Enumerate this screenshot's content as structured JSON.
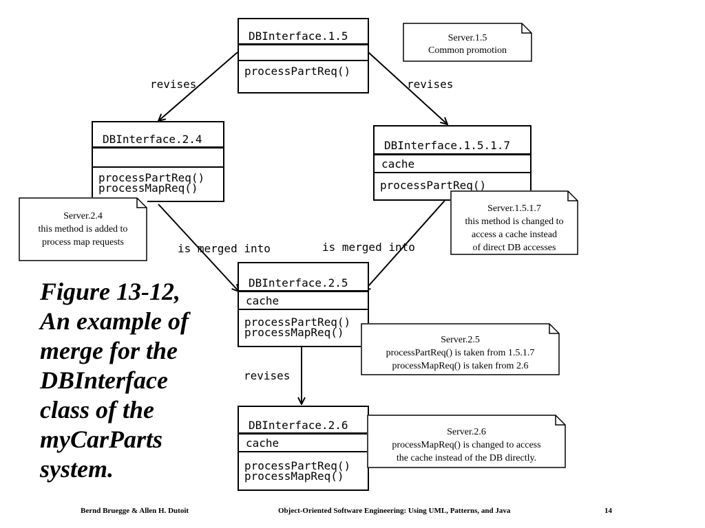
{
  "classes": {
    "c15": {
      "name": "DBInterface.1.5",
      "attrs": "",
      "ops": [
        "processPartReq()"
      ]
    },
    "c24": {
      "name": "DBInterface.2.4",
      "attrs": "",
      "ops": [
        "processPartReq()",
        "processMapReq()"
      ]
    },
    "c1517": {
      "name": "DBInterface.1.5.1.7",
      "attrs": "cache",
      "ops": [
        "processPartReq()"
      ]
    },
    "c25": {
      "name": "DBInterface.2.5",
      "attrs": "cache",
      "ops": [
        "processPartReq()",
        "processMapReq()"
      ]
    },
    "c26": {
      "name": "DBInterface.2.6",
      "attrs": "cache",
      "ops": [
        "processPartReq()",
        "processMapReq()"
      ]
    }
  },
  "notes": {
    "server15": [
      "Server.1.5",
      "Common promotion"
    ],
    "server24": [
      "Server.2.4",
      "this method is added to",
      "process map requests"
    ],
    "server1517": [
      "Server.1.5.1.7",
      "this method is changed to",
      "access a cache instead",
      "of direct DB accesses"
    ],
    "server25": [
      "Server.2.5",
      "processPartReq() is taken from 1.5.1.7",
      "processMapReq() is taken from 2.6"
    ],
    "server26": [
      "Server.2.6",
      "processMapReq() is changed to access",
      "the cache instead of the DB directly."
    ]
  },
  "edges": {
    "revises_left": "revises",
    "revises_right": "revises",
    "merged_left": "is merged into",
    "merged_right": "is merged into",
    "revises_bottom": "revises"
  },
  "caption": [
    "Figure 13-12,",
    "An example of",
    "merge for the",
    "DBInterface",
    "class of the",
    "myCarParts",
    "system."
  ],
  "footer": {
    "authors": "Bernd Bruegge & Allen H. Dutoit",
    "book": "Object-Oriented Software Engineering: Using UML, Patterns, and Java",
    "page": "14"
  }
}
